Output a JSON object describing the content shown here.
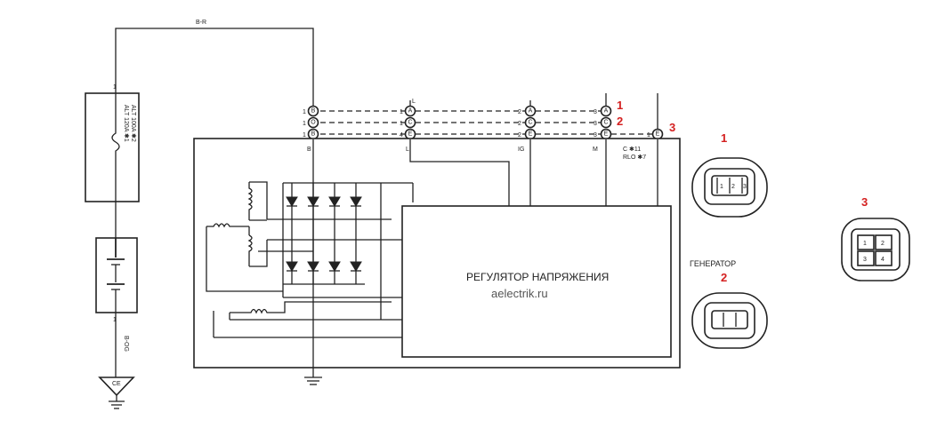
{
  "wires": {
    "top": "B-R",
    "bottom": "B-OG"
  },
  "fuse": {
    "line1": "ALT 120A ✱1",
    "line2": "ALT 100A ✱2",
    "top_pin": "1",
    "bottom_pin": "1"
  },
  "ground": {
    "label": "CE"
  },
  "terminals": {
    "row1": "B",
    "row2": "O",
    "row3": "B",
    "col2_r1": "A",
    "col2_r2": "C",
    "col2_r3": "E",
    "col3_r1": "A",
    "col3_r2": "C",
    "col3_r3": "E",
    "col4_r1": "A",
    "col4_r2": "C",
    "col4_r3": "E",
    "col5_r3": "E"
  },
  "pin_numbers": {
    "n1": "1",
    "n4": "4",
    "n2": "2",
    "n3": "3"
  },
  "generator_pins": {
    "b": "B",
    "l": "L",
    "ig": "IG",
    "m": "M",
    "c_note": "C ✱11",
    "rlo_note": "RLO ✱7",
    "l_top": "L"
  },
  "regulator": {
    "label": "РЕГУЛЯТОР НАПРЯЖЕНИЯ"
  },
  "watermark": "aelectrik.ru",
  "generator_label": "ГЕНЕРАТОР",
  "markers": {
    "m1": "1",
    "m2": "2",
    "m3": "3"
  },
  "connector3": {
    "p1": "1",
    "p2": "2",
    "p3": "3",
    "p4": "4"
  },
  "connector1": {
    "p1": "1",
    "p2": "2",
    "p3": "3"
  }
}
